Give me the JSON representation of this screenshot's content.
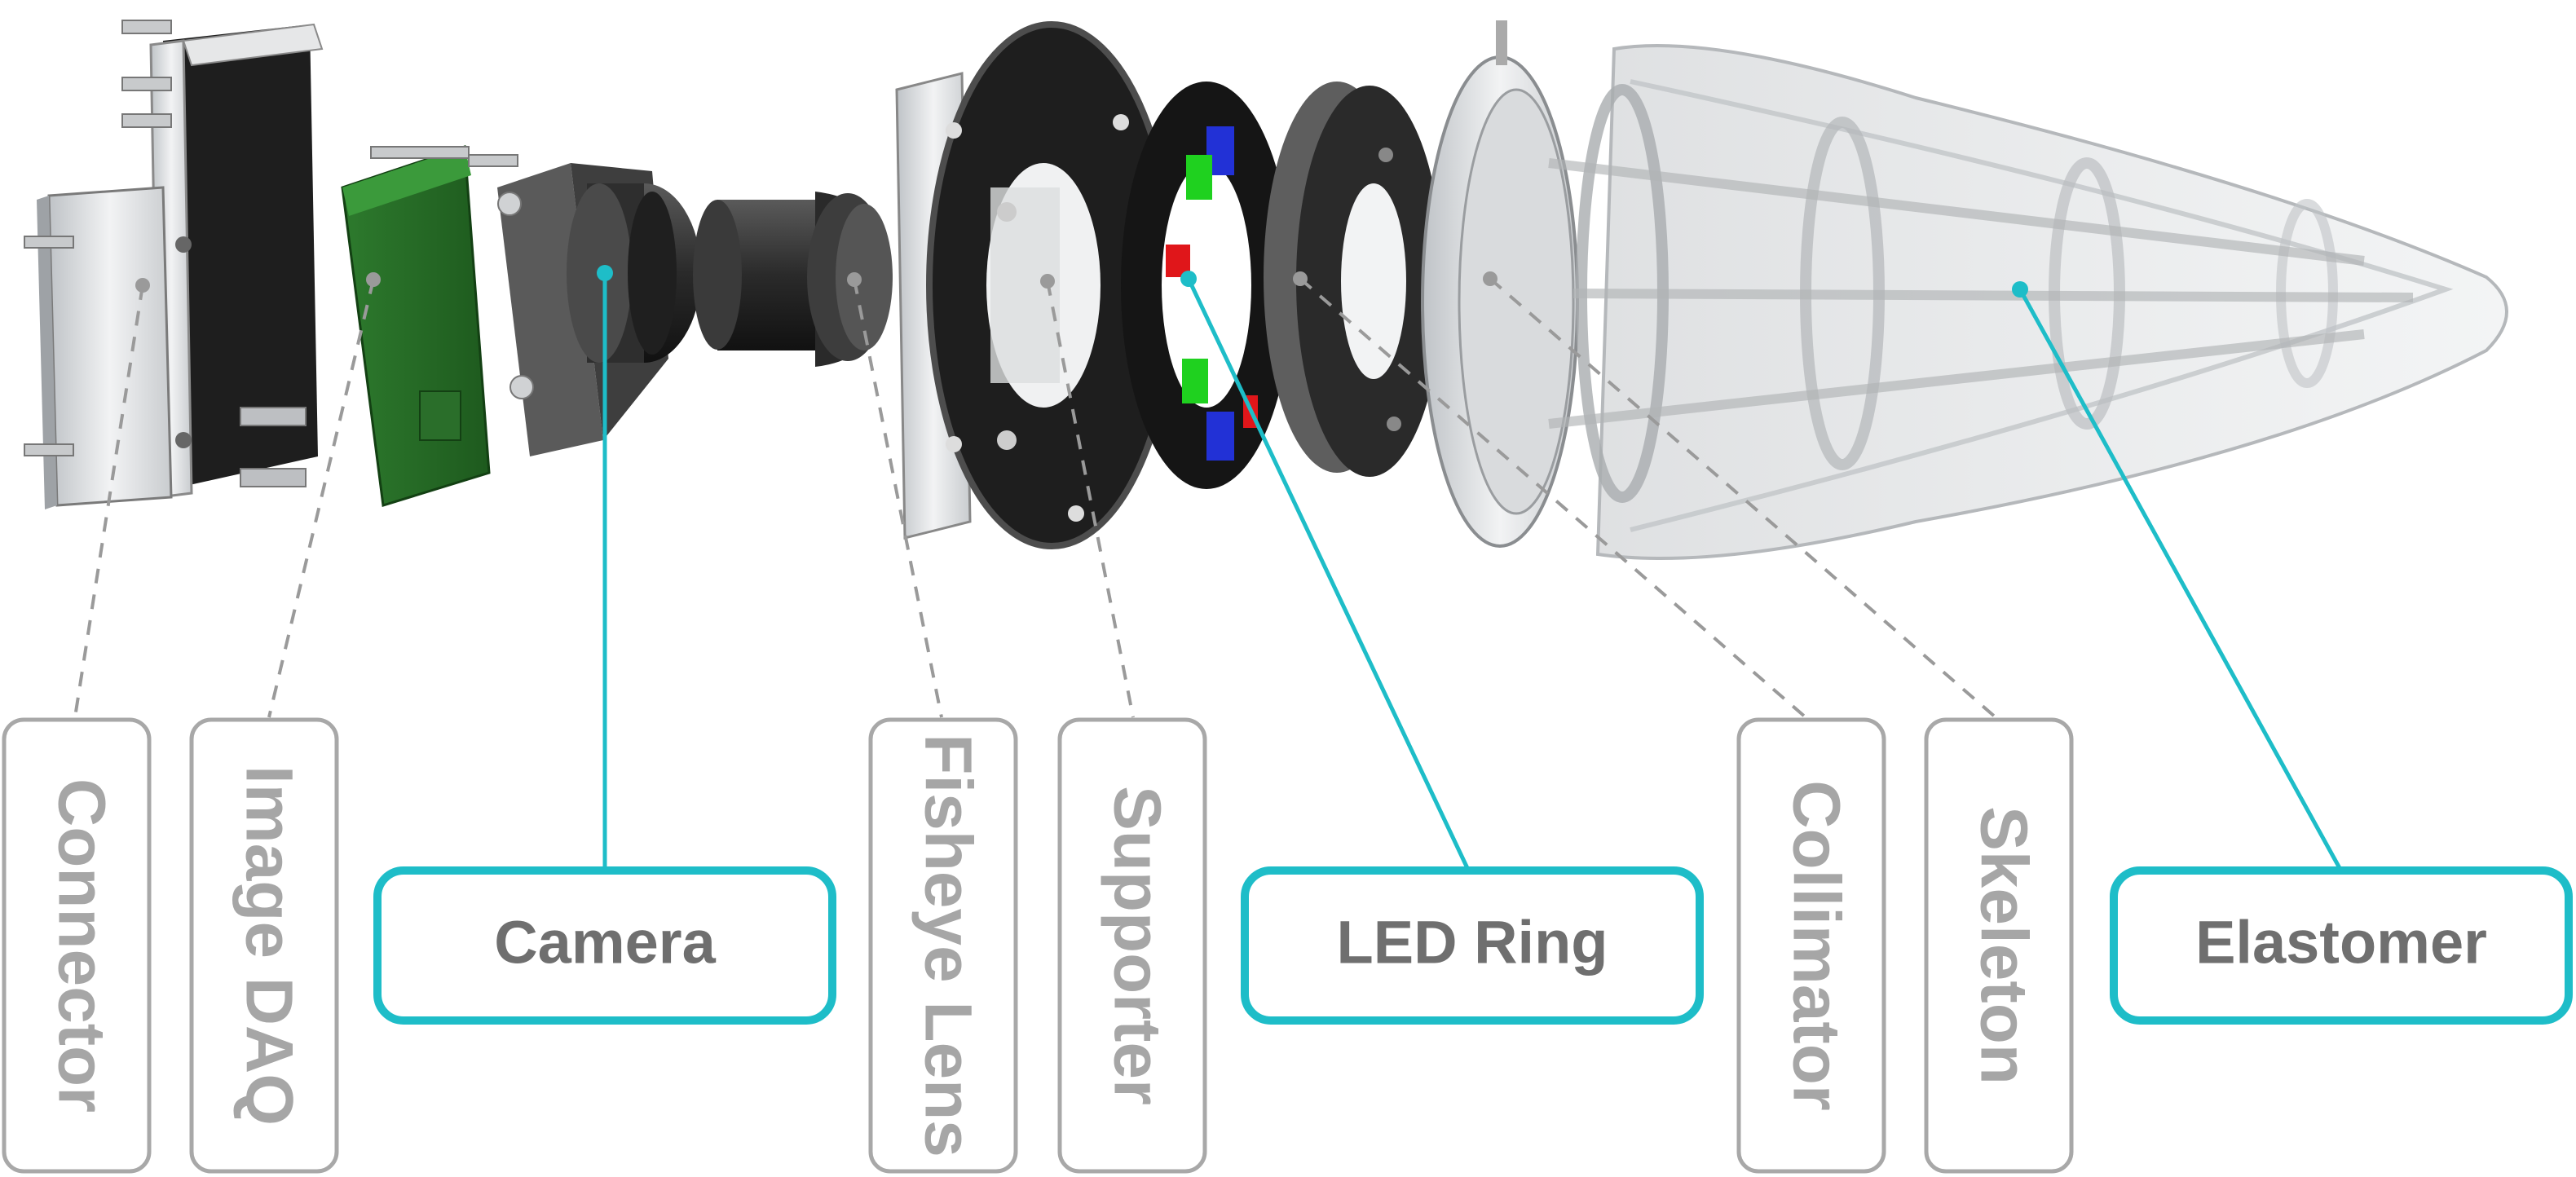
{
  "components": [
    {
      "id": "connector",
      "label": "Connector",
      "highlight": false
    },
    {
      "id": "image-daq",
      "label": "Image DAQ",
      "highlight": false
    },
    {
      "id": "camera",
      "label": "Camera",
      "highlight": true
    },
    {
      "id": "fisheye-lens",
      "label": "Fisheye Lens",
      "highlight": false
    },
    {
      "id": "supporter",
      "label": "Supporter",
      "highlight": false
    },
    {
      "id": "led-ring",
      "label": "LED Ring",
      "highlight": true
    },
    {
      "id": "collimator",
      "label": "Collimator",
      "highlight": false
    },
    {
      "id": "skeleton",
      "label": "Skeleton",
      "highlight": false
    },
    {
      "id": "elastomer",
      "label": "Elastomer",
      "highlight": true
    }
  ],
  "colors": {
    "highlight": "#1ebdc8",
    "muted_border": "#a8a8a8",
    "muted_text": "#a6a6a6",
    "highlight_text": "#6f6f6f",
    "dashed_line": "#9a9a9a"
  }
}
